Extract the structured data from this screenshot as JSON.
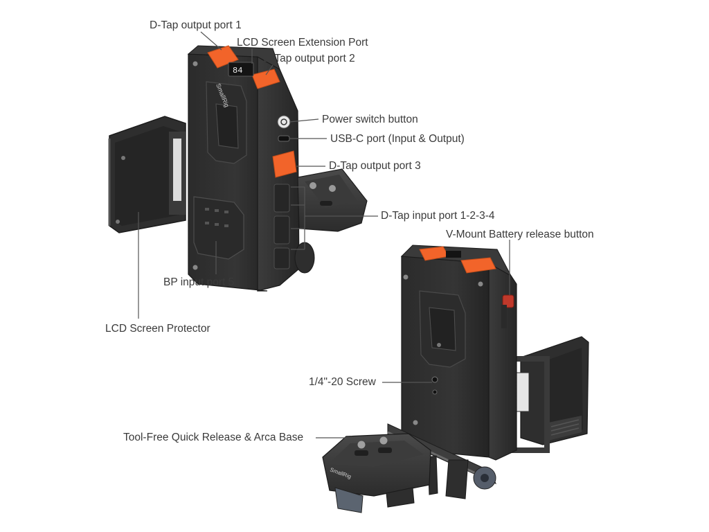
{
  "colors": {
    "background": "#ffffff",
    "body_dark": "#2a2a2a",
    "body_mid": "#3b3b3b",
    "body_edge": "#4c4c4c",
    "accent_orange": "#f2642a",
    "release_red": "#c0392b",
    "leader_line": "#555555",
    "label_text": "#3a3a3a"
  },
  "brand": "SmallRig",
  "lcd_digits": "84",
  "labels": {
    "dtap_out_1": "D-Tap output port 1",
    "lcd_ext": "LCD Screen Extension Port",
    "dtap_out_2": "D-Tap output port 2",
    "power_switch": "Power switch button",
    "usbc": "USB-C port (Input & Output)",
    "dtap_out_3": "D-Tap output port 3",
    "dtap_in": "D-Tap input port 1-2-3-4",
    "vmount_release": "V-Mount Battery release button",
    "bp_input": "BP input port 5",
    "lcd_protector": "LCD Screen Protector",
    "screw": "1/4\"-20 Screw",
    "qr_base": "Tool-Free Quick Release & Arca Base"
  }
}
